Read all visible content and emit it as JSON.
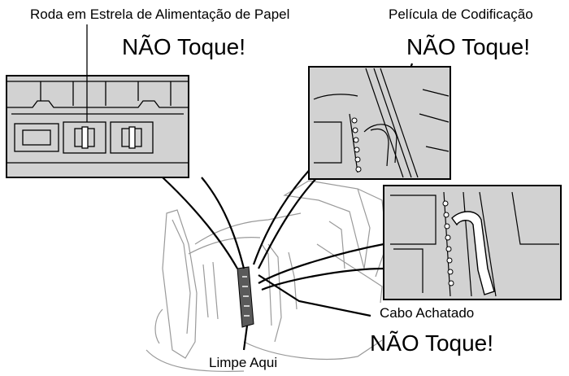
{
  "labels": {
    "star_wheel": "Roda em Estrela de Alimentação de Papel",
    "encoder_film": "Película de Codificação",
    "flat_cable": "Cabo Achatado",
    "clean_here": "Limpe Aqui"
  },
  "warnings": {
    "left": "NÃO Toque!",
    "right": "NÃO Toque!",
    "bottom": "NÃO Toque!"
  },
  "colors": {
    "panel_fill": "#d2d2d2",
    "line": "#000000",
    "background": "#ffffff"
  }
}
